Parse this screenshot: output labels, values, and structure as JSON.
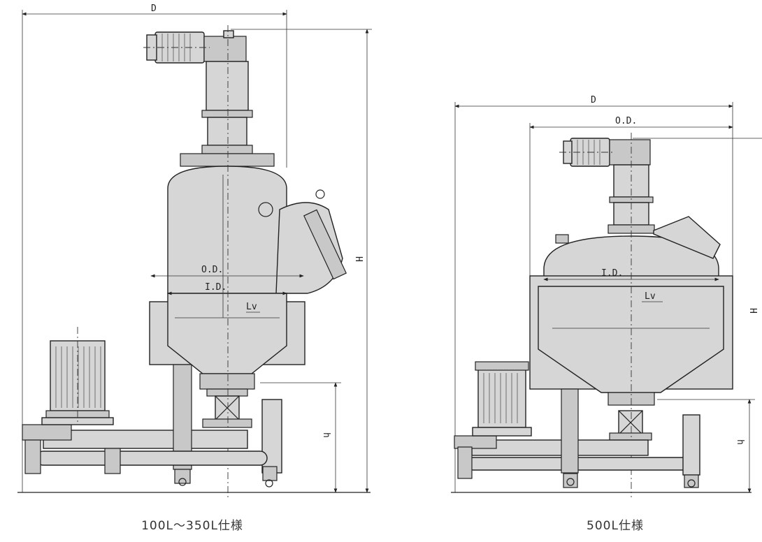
{
  "left_unit": {
    "caption": "100L〜350L仕様",
    "dim_D": "D",
    "dim_H": "H",
    "dim_h": "h",
    "dim_OD": "O.D.",
    "dim_ID": "I.D.",
    "level": "Lv"
  },
  "right_unit": {
    "caption": "500L仕様",
    "dim_D": "D",
    "dim_H": "H",
    "dim_h": "h",
    "dim_OD": "O.D.",
    "dim_ID": "I.D.",
    "level": "Lv"
  }
}
